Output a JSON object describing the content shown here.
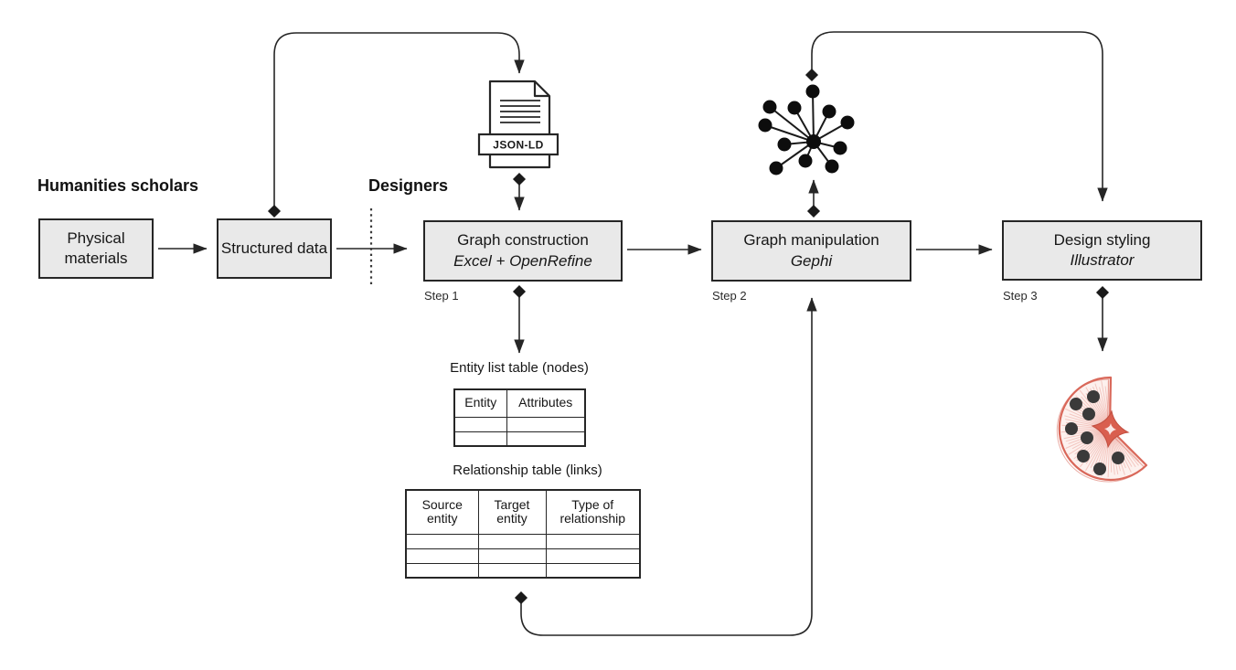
{
  "labels": {
    "humanities": "Humanities scholars",
    "designers": "Designers"
  },
  "nodes": {
    "physical_materials": {
      "label": "Physical materials"
    },
    "structured_data": {
      "label": "Structured data"
    },
    "graph_construction": {
      "title": "Graph construction",
      "tool": "Excel + OpenRefine",
      "step": "Step 1"
    },
    "graph_manipulation": {
      "title": "Graph manipulation",
      "tool": "Gephi",
      "step": "Step 2"
    },
    "design_styling": {
      "title": "Design styling",
      "tool": "Illustrator",
      "step": "Step 3"
    }
  },
  "jsonld": {
    "label": "JSON-LD"
  },
  "entity_table": {
    "caption": "Entity list table (nodes)",
    "headers": [
      "Entity",
      "Attributes"
    ],
    "empty_rows": 2
  },
  "relationship_table": {
    "caption": "Relationship table (links)",
    "headers": [
      "Source entity",
      "Target entity",
      "Type of relationship"
    ],
    "empty_rows": 3
  },
  "icons": {
    "jsonld_document": "jsonld-document-icon",
    "network_graph": "network-graph-icon",
    "styled_network": "styled-network-icon"
  },
  "colors": {
    "box_fill": "#e9e9e9",
    "line": "#262626",
    "accent_red": "#d9685a",
    "node_dark": "#3a3a3a"
  }
}
